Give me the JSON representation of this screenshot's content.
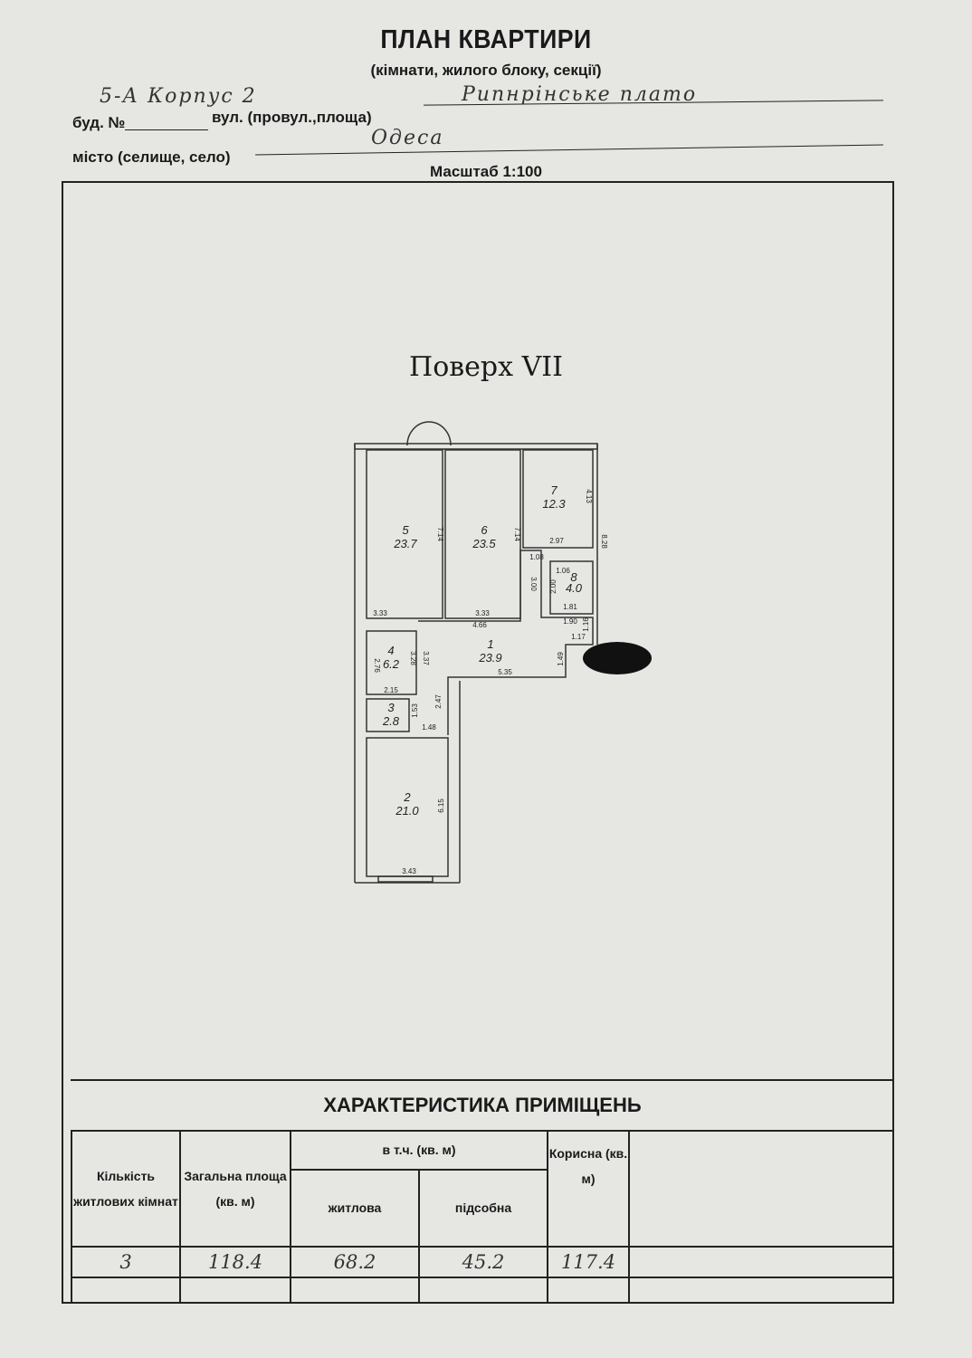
{
  "header": {
    "title": "ПЛАН КВАРТИРИ",
    "subtitle": "(кімнати, жилого блоку, секції)",
    "building_label": "буд. №",
    "building_value": "5-А Корпус 2",
    "street_label": "вул. (провул.,площа)",
    "street_value": "Рипнрінське плато",
    "city_label": "місто (селище, село)",
    "city_value": "Одеса",
    "scale": "Масштаб 1:100"
  },
  "floor_plan": {
    "floor_title": "Поверх VII",
    "rooms": [
      {
        "number": "1",
        "area": "23.9"
      },
      {
        "number": "2",
        "area": "21.0"
      },
      {
        "number": "3",
        "area": "2.8"
      },
      {
        "number": "4",
        "area": "6.2"
      },
      {
        "number": "5",
        "area": "23.7"
      },
      {
        "number": "6",
        "area": "23.5"
      },
      {
        "number": "7",
        "area": "12.3"
      },
      {
        "number": "8",
        "area": "4.0"
      }
    ],
    "dimensions": [
      "7.14",
      "7.14",
      "3.33",
      "3.33",
      "4.13",
      "2.97",
      "8.28",
      "1.08",
      "1.06",
      "3.00",
      "2.00",
      "1.81",
      "1.90",
      "1.16",
      "1.17",
      "4.66",
      "1.49",
      "5.35",
      "2.76",
      "3.28",
      "3.37",
      "2.15",
      "2.47",
      "1.53",
      "1.48",
      "6.15",
      "3.43"
    ]
  },
  "characteristics": {
    "title": "ХАРАКТЕРИСТИКА ПРИМІЩЕНЬ",
    "headers": {
      "rooms_count": "Кількість житлових кімнат",
      "total_area": "Загальна площа (кв. м)",
      "including": "в т.ч. (кв. м)",
      "living": "житлова",
      "auxiliary": "підсобна",
      "useful": "Корисна (кв. м)"
    },
    "values": {
      "rooms_count": "3",
      "total_area": "118.4",
      "living": "68.2",
      "auxiliary": "45.2",
      "useful": "117.4"
    }
  }
}
